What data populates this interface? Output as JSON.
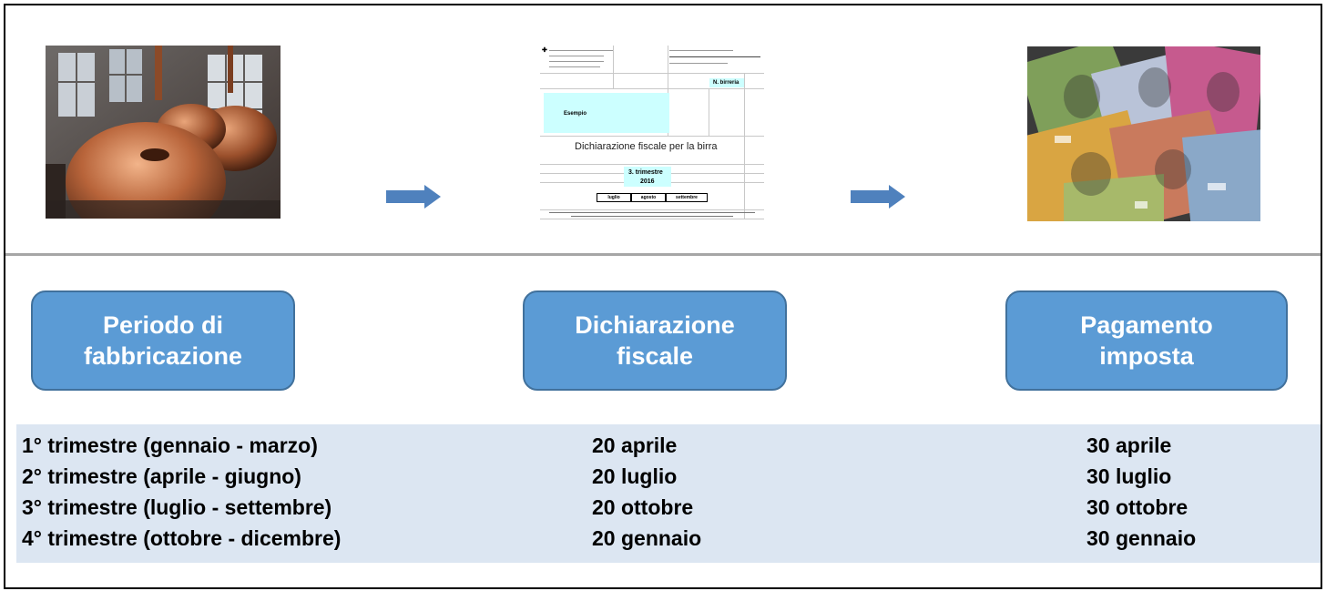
{
  "boxes": [
    {
      "line1": "Periodo di",
      "line2": "fabbricazione"
    },
    {
      "line1": "Dichiarazione",
      "line2": "fiscale"
    },
    {
      "line1": "Pagamento",
      "line2": "imposta"
    }
  ],
  "rows": [
    {
      "period": "1° trimestre (gennaio - marzo)",
      "declaration": "20 aprile",
      "payment": "30 aprile"
    },
    {
      "period": "2° trimestre (aprile - giugno)",
      "declaration": "20 luglio",
      "payment": "30 luglio"
    },
    {
      "period": "3° trimestre (luglio - settembre)",
      "declaration": "20 ottobre",
      "payment": "30 ottobre"
    },
    {
      "period": "4° trimestre (ottobre - dicembre)",
      "declaration": "20 gennaio",
      "payment": "30 gennaio"
    }
  ],
  "form": {
    "beer_no": "N. birreria",
    "example": "Esempio",
    "title": "Dichiarazione fiscale per la birra",
    "quarter": "3. trimestre",
    "year": "2016",
    "months": [
      "luglio",
      "agosto",
      "settembre"
    ]
  },
  "colors": {
    "box_fill": "#5b9bd5",
    "box_border": "#41719c",
    "band": "#dce6f2",
    "arrow": "#4f81bd",
    "divider": "#a6a6a6"
  },
  "icons": [
    "brewery-photo",
    "tax-form-thumbnail",
    "banknotes-photo",
    "arrow-right-icon"
  ]
}
